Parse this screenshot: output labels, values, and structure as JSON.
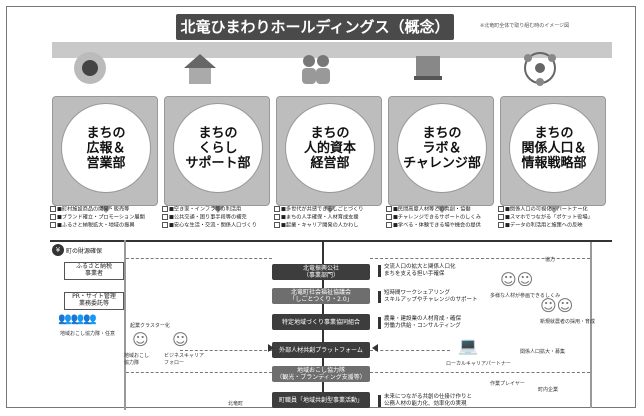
{
  "title": "北竜ひまわりホールディングス（概念）",
  "note": "※北竜町全体で取り組む時のイメージ図",
  "departments": [
    {
      "name": "まちの\n広報＆\n営業部",
      "items": [
        "■町村施設商品の開発・販売等",
        "■ブランド確立・プロモーション展開",
        "■ふるさと納税拡大・地域の振興"
      ]
    },
    {
      "name": "まちの\nくらし\nサポート部",
      "items": [
        "■空き家・インフラ等の利活用",
        "■公共交通・困り事手段等の補完",
        "■安心な生活・交流・関係人口づくり"
      ]
    },
    {
      "name": "まちの\n人的資本\n経営部",
      "items": [
        "■多世代が共感できるしごとづくり",
        "■まちの人手確保・人材育成支援",
        "■起業・キャリア開発の人かわし"
      ]
    },
    {
      "name": "まちの\nラボ＆\nチャレンジ部",
      "items": [
        "■民間高度人材等との共創・協働",
        "■チャレンジできるサポートのしくみ",
        "■学べる・体験できる場や機会の提供"
      ]
    },
    {
      "name": "まちの\n関係人口＆\n情報戦略部",
      "items": [
        "■関係人口の可視化・パートナー化",
        "■スマホでつながる「ポケット役場」",
        "■データの利活用と施策への反映"
      ]
    }
  ],
  "left": {
    "badge": "町の財源確保",
    "boxes": [
      "ふるさと納税\n事業者",
      "PR・サイト管理\n業務委託等"
    ],
    "people_caption": "地域おこし協力隊・任意",
    "cluster_label": "起業クラスター化",
    "avatars": [
      "地域おこし\n協力隊",
      "ビジネスキャリア\nフォロー"
    ],
    "town_label": "北竜町"
  },
  "center": [
    {
      "label": "北竜振興公社\n（事業部門）"
    },
    {
      "label": "北竜町社会福祉協議会\n「しごとつくり・2.0」"
    },
    {
      "label": "特定地域づくり事業協同組合"
    },
    {
      "label": "外部人材共創プラットフォーム"
    },
    {
      "label": "地域おこし協力隊\n（観光・ブランディング支援等）"
    },
    {
      "label": "町職員「地域共創型事業活動」"
    }
  ],
  "right_texts": [
    "交流人口の拡大と関係人口化\nまちを支える担い手確保",
    "短時間ワークシェアリング\nスキルアップやチャレンジのサポート",
    "農業・建設業の人材育成・確保\n労働力供給・コンサルティング",
    "",
    "",
    "未来につながる共創の仕掛け作りと\n公務人材の能力化、効率化の実現"
  ],
  "right": {
    "top_label": "協力",
    "group1": "多様な人材が参画できるしくみ",
    "group2": "新規就農者の採用・育成",
    "local_partner": "ローカルキャリアパートナー",
    "hub_text": "関係人口拡大・募集",
    "work_label": "作業プレイヤー",
    "company_label": "町内企業"
  }
}
